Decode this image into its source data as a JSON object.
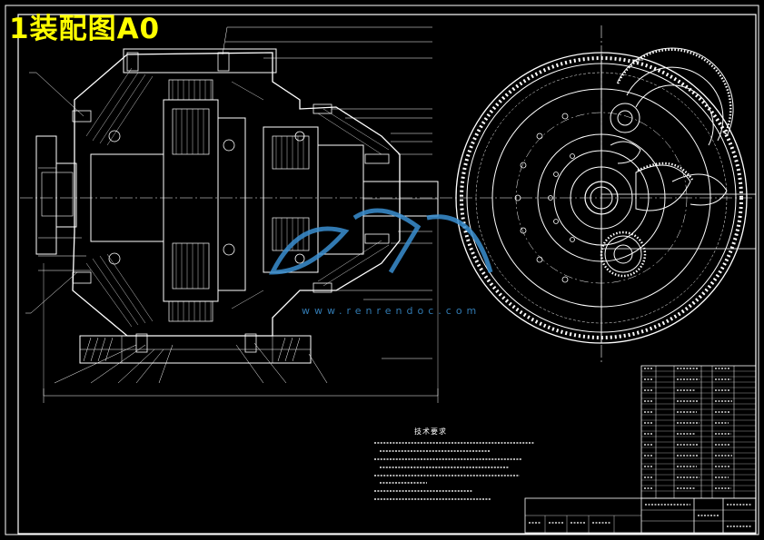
{
  "title": "1装配图A0",
  "technical_requirements": {
    "heading": "技术要求"
  },
  "watermark": {
    "text": "www.renrendoc.com"
  },
  "colors": {
    "background": "#000000",
    "lines": "#ffffff",
    "title": "#ffff00",
    "watermark": "#3a8fd0"
  }
}
